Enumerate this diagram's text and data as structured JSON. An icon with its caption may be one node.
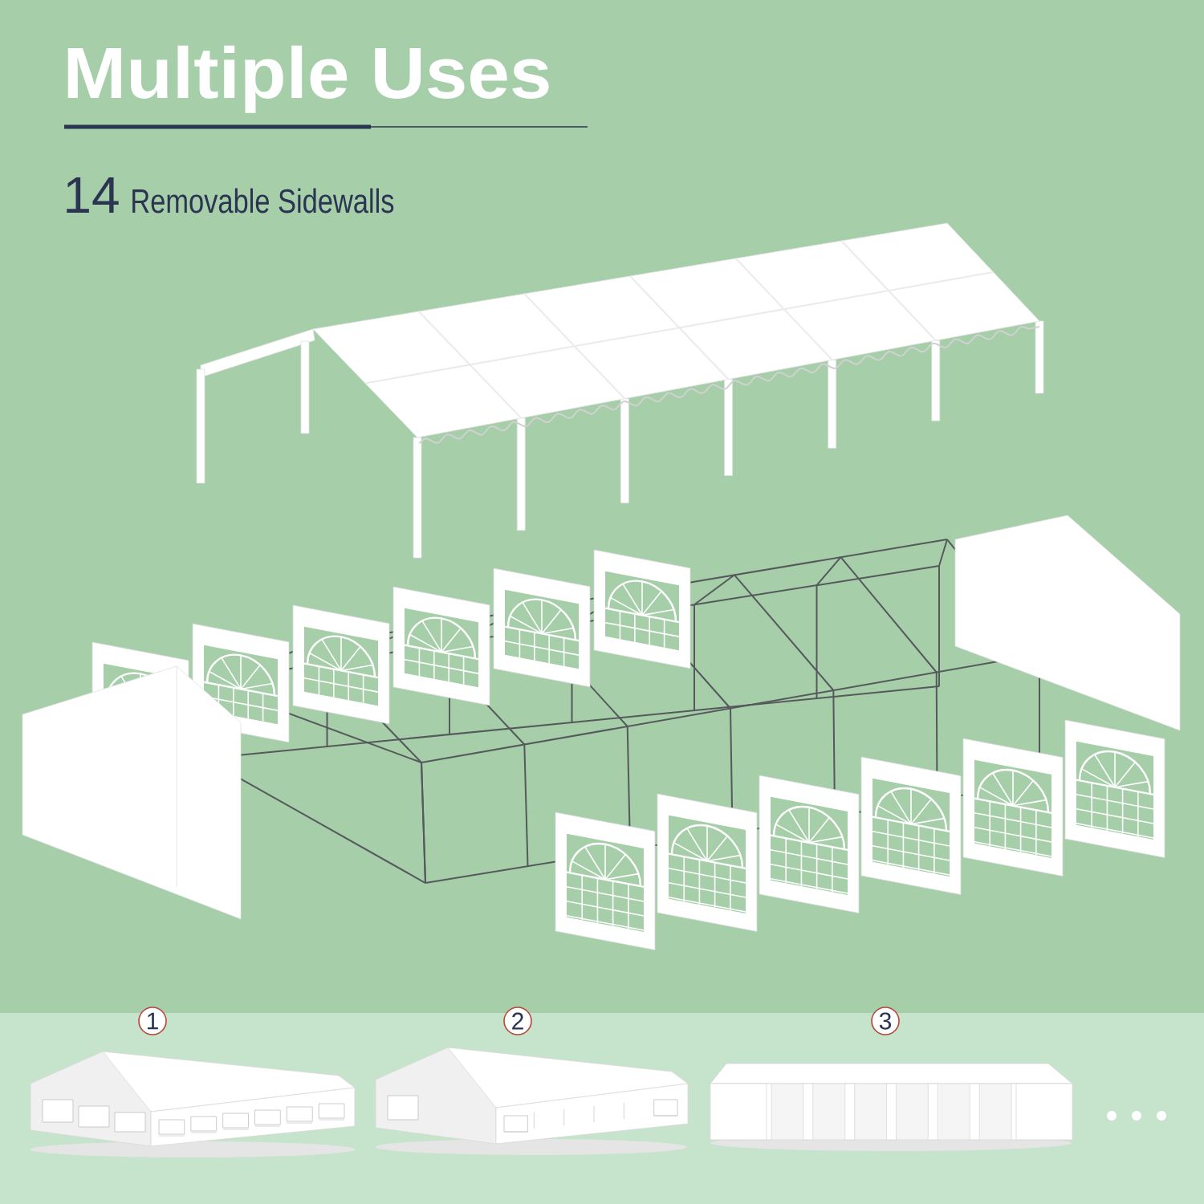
{
  "diagram": {
    "title": "Multiple Uses",
    "labels": [
      "14",
      "Removable Sidewalls",
      "1",
      "2",
      "3"
    ]
  }
}
